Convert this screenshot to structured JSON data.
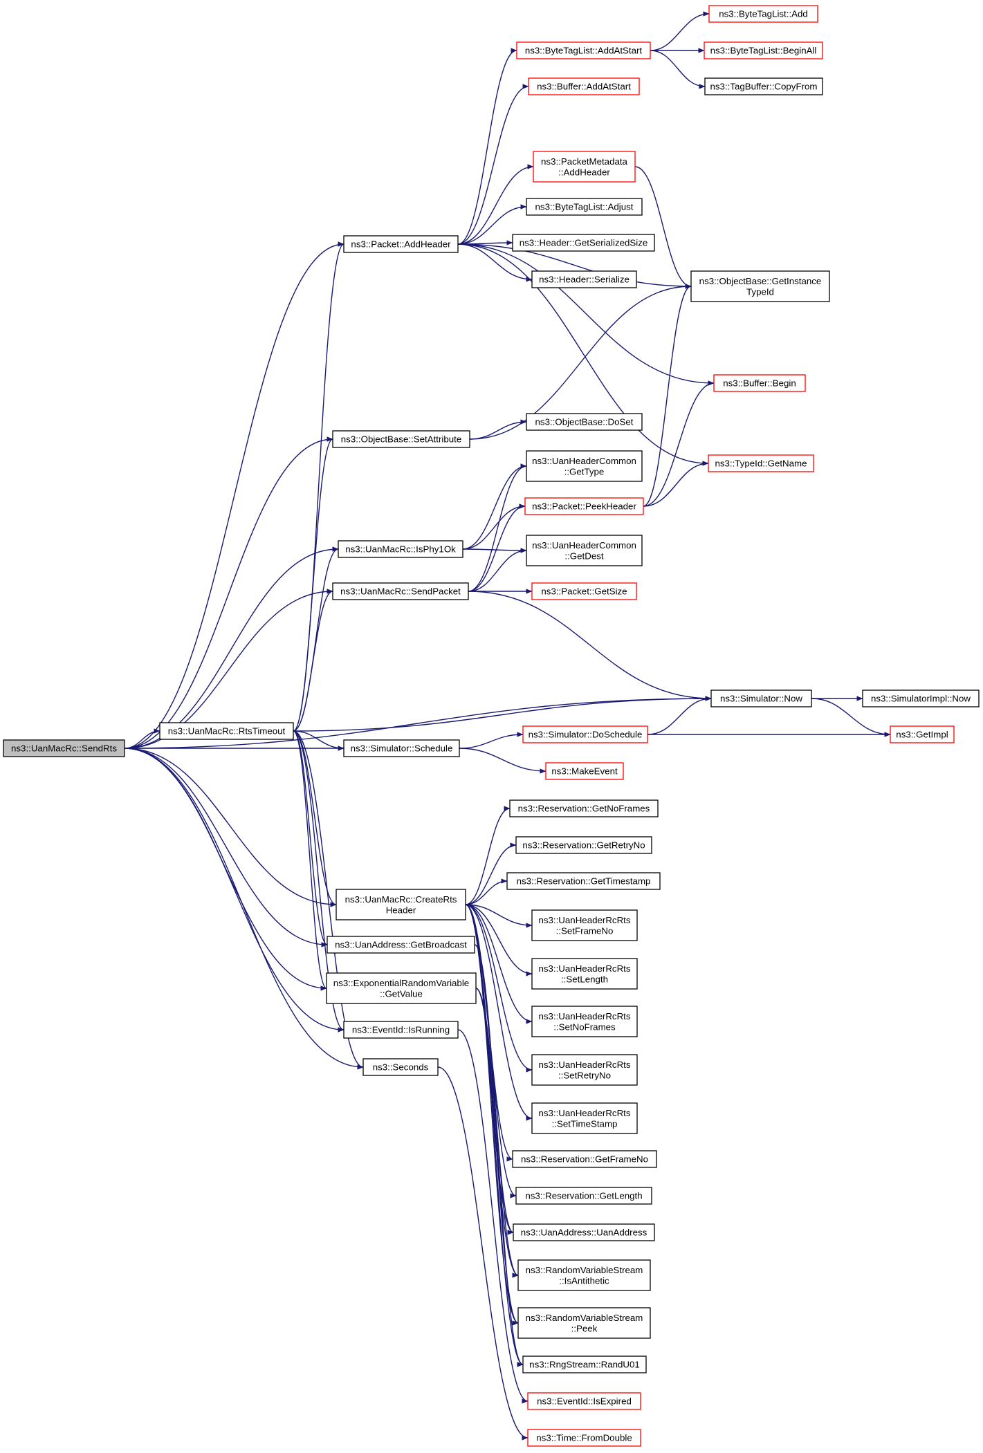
{
  "nodes": [
    {
      "id": "sendrts",
      "lines": [
        "ns3::UanMacRc::SendRts"
      ],
      "kind": "root"
    },
    {
      "id": "rtstimeout",
      "lines": [
        "ns3::UanMacRc::RtsTimeout"
      ],
      "kind": "normal"
    },
    {
      "id": "addheader",
      "lines": [
        "ns3::Packet::AddHeader"
      ],
      "kind": "normal"
    },
    {
      "id": "setattribute",
      "lines": [
        "ns3::ObjectBase::SetAttribute"
      ],
      "kind": "normal"
    },
    {
      "id": "isphy1ok",
      "lines": [
        "ns3::UanMacRc::IsPhy1Ok"
      ],
      "kind": "normal"
    },
    {
      "id": "sendpacket",
      "lines": [
        "ns3::UanMacRc::SendPacket"
      ],
      "kind": "normal"
    },
    {
      "id": "schedule",
      "lines": [
        "ns3::Simulator::Schedule"
      ],
      "kind": "normal"
    },
    {
      "id": "creatertsheader",
      "lines": [
        "ns3::UanMacRc::CreateRts",
        "Header"
      ],
      "kind": "normal"
    },
    {
      "id": "getbroadcast",
      "lines": [
        "ns3::UanAddress::GetBroadcast"
      ],
      "kind": "normal"
    },
    {
      "id": "expgetvalue",
      "lines": [
        "ns3::ExponentialRandomVariable",
        "::GetValue"
      ],
      "kind": "normal"
    },
    {
      "id": "isrunning",
      "lines": [
        "ns3::EventId::IsRunning"
      ],
      "kind": "normal"
    },
    {
      "id": "seconds",
      "lines": [
        "ns3::Seconds"
      ],
      "kind": "normal"
    },
    {
      "id": "bytetagadd",
      "lines": [
        "ns3::ByteTagList::Add"
      ],
      "kind": "red"
    },
    {
      "id": "addatstart",
      "lines": [
        "ns3::ByteTagList::AddAtStart"
      ],
      "kind": "red"
    },
    {
      "id": "beginall",
      "lines": [
        "ns3::ByteTagList::BeginAll"
      ],
      "kind": "red"
    },
    {
      "id": "tagbuffercopy",
      "lines": [
        "ns3::TagBuffer::CopyFrom"
      ],
      "kind": "normal"
    },
    {
      "id": "bufferaddatstart",
      "lines": [
        "ns3::Buffer::AddAtStart"
      ],
      "kind": "red"
    },
    {
      "id": "pmaddheader",
      "lines": [
        "ns3::PacketMetadata",
        "::AddHeader"
      ],
      "kind": "red"
    },
    {
      "id": "adjust",
      "lines": [
        "ns3::ByteTagList::Adjust"
      ],
      "kind": "normal"
    },
    {
      "id": "getserializedsize",
      "lines": [
        "ns3::Header::GetSerializedSize"
      ],
      "kind": "normal"
    },
    {
      "id": "serialize",
      "lines": [
        "ns3::Header::Serialize"
      ],
      "kind": "normal"
    },
    {
      "id": "getinstancetypeid",
      "lines": [
        "ns3::ObjectBase::GetInstance",
        "TypeId"
      ],
      "kind": "normal"
    },
    {
      "id": "bufferbegin",
      "lines": [
        "ns3::Buffer::Begin"
      ],
      "kind": "red"
    },
    {
      "id": "doset",
      "lines": [
        "ns3::ObjectBase::DoSet"
      ],
      "kind": "normal"
    },
    {
      "id": "gettype",
      "lines": [
        "ns3::UanHeaderCommon",
        "::GetType"
      ],
      "kind": "normal"
    },
    {
      "id": "typeidgetname",
      "lines": [
        "ns3::TypeId::GetName"
      ],
      "kind": "red"
    },
    {
      "id": "peekheader",
      "lines": [
        "ns3::Packet::PeekHeader"
      ],
      "kind": "red"
    },
    {
      "id": "getdest",
      "lines": [
        "ns3::UanHeaderCommon",
        "::GetDest"
      ],
      "kind": "normal"
    },
    {
      "id": "getsize",
      "lines": [
        "ns3::Packet::GetSize"
      ],
      "kind": "red"
    },
    {
      "id": "simnow",
      "lines": [
        "ns3::Simulator::Now"
      ],
      "kind": "normal"
    },
    {
      "id": "simimplnow",
      "lines": [
        "ns3::SimulatorImpl::Now"
      ],
      "kind": "normal"
    },
    {
      "id": "doschedule",
      "lines": [
        "ns3::Simulator::DoSchedule"
      ],
      "kind": "red"
    },
    {
      "id": "getimpl",
      "lines": [
        "ns3::GetImpl"
      ],
      "kind": "red"
    },
    {
      "id": "makeevent",
      "lines": [
        "ns3::MakeEvent"
      ],
      "kind": "red"
    },
    {
      "id": "getnoframes",
      "lines": [
        "ns3::Reservation::GetNoFrames"
      ],
      "kind": "normal"
    },
    {
      "id": "getretryno",
      "lines": [
        "ns3::Reservation::GetRetryNo"
      ],
      "kind": "normal"
    },
    {
      "id": "gettimestamp",
      "lines": [
        "ns3::Reservation::GetTimestamp"
      ],
      "kind": "normal"
    },
    {
      "id": "setframeno",
      "lines": [
        "ns3::UanHeaderRcRts",
        "::SetFrameNo"
      ],
      "kind": "normal"
    },
    {
      "id": "setlength",
      "lines": [
        "ns3::UanHeaderRcRts",
        "::SetLength"
      ],
      "kind": "normal"
    },
    {
      "id": "setnoframes",
      "lines": [
        "ns3::UanHeaderRcRts",
        "::SetNoFrames"
      ],
      "kind": "normal"
    },
    {
      "id": "setretryno",
      "lines": [
        "ns3::UanHeaderRcRts",
        "::SetRetryNo"
      ],
      "kind": "normal"
    },
    {
      "id": "settimestamp",
      "lines": [
        "ns3::UanHeaderRcRts",
        "::SetTimeStamp"
      ],
      "kind": "normal"
    },
    {
      "id": "getframeno",
      "lines": [
        "ns3::Reservation::GetFrameNo"
      ],
      "kind": "normal"
    },
    {
      "id": "getlength",
      "lines": [
        "ns3::Reservation::GetLength"
      ],
      "kind": "normal"
    },
    {
      "id": "uanaddress",
      "lines": [
        "ns3::UanAddress::UanAddress"
      ],
      "kind": "normal"
    },
    {
      "id": "isantithetic",
      "lines": [
        "ns3::RandomVariableStream",
        "::IsAntithetic"
      ],
      "kind": "normal"
    },
    {
      "id": "peek",
      "lines": [
        "ns3::RandomVariableStream",
        "::Peek"
      ],
      "kind": "normal"
    },
    {
      "id": "randu01",
      "lines": [
        "ns3::RngStream::RandU01"
      ],
      "kind": "normal"
    },
    {
      "id": "isexpired",
      "lines": [
        "ns3::EventId::IsExpired"
      ],
      "kind": "red"
    },
    {
      "id": "fromdouble",
      "lines": [
        "ns3::Time::FromDouble"
      ],
      "kind": "red"
    }
  ],
  "edges": [
    [
      "sendrts",
      "rtstimeout"
    ],
    [
      "sendrts",
      "addheader"
    ],
    [
      "sendrts",
      "setattribute"
    ],
    [
      "sendrts",
      "isphy1ok"
    ],
    [
      "sendrts",
      "sendpacket"
    ],
    [
      "sendrts",
      "simnow"
    ],
    [
      "sendrts",
      "schedule"
    ],
    [
      "sendrts",
      "creatertsheader"
    ],
    [
      "sendrts",
      "getbroadcast"
    ],
    [
      "sendrts",
      "expgetvalue"
    ],
    [
      "sendrts",
      "isrunning"
    ],
    [
      "sendrts",
      "seconds"
    ],
    [
      "rtstimeout",
      "addheader"
    ],
    [
      "rtstimeout",
      "setattribute"
    ],
    [
      "rtstimeout",
      "isphy1ok"
    ],
    [
      "rtstimeout",
      "sendpacket"
    ],
    [
      "rtstimeout",
      "simnow"
    ],
    [
      "rtstimeout",
      "schedule"
    ],
    [
      "rtstimeout",
      "creatertsheader"
    ],
    [
      "rtstimeout",
      "getbroadcast"
    ],
    [
      "rtstimeout",
      "expgetvalue"
    ],
    [
      "rtstimeout",
      "isrunning"
    ],
    [
      "rtstimeout",
      "seconds"
    ],
    [
      "addheader",
      "addatstart"
    ],
    [
      "addheader",
      "bufferaddatstart"
    ],
    [
      "addheader",
      "pmaddheader"
    ],
    [
      "addheader",
      "adjust"
    ],
    [
      "addheader",
      "getserializedsize"
    ],
    [
      "addheader",
      "serialize"
    ],
    [
      "addheader",
      "getinstancetypeid"
    ],
    [
      "addheader",
      "bufferbegin"
    ],
    [
      "addheader",
      "typeidgetname"
    ],
    [
      "addatstart",
      "bytetagadd"
    ],
    [
      "addatstart",
      "beginall"
    ],
    [
      "addatstart",
      "tagbuffercopy"
    ],
    [
      "pmaddheader",
      "getinstancetypeid"
    ],
    [
      "setattribute",
      "getinstancetypeid"
    ],
    [
      "setattribute",
      "doset"
    ],
    [
      "isphy1ok",
      "gettype"
    ],
    [
      "isphy1ok",
      "peekheader"
    ],
    [
      "isphy1ok",
      "getdest"
    ],
    [
      "sendpacket",
      "gettype"
    ],
    [
      "sendpacket",
      "peekheader"
    ],
    [
      "sendpacket",
      "getdest"
    ],
    [
      "sendpacket",
      "getsize"
    ],
    [
      "sendpacket",
      "simnow"
    ],
    [
      "peekheader",
      "getinstancetypeid"
    ],
    [
      "peekheader",
      "bufferbegin"
    ],
    [
      "peekheader",
      "typeidgetname"
    ],
    [
      "simnow",
      "simimplnow"
    ],
    [
      "simnow",
      "getimpl"
    ],
    [
      "schedule",
      "doschedule"
    ],
    [
      "schedule",
      "makeevent"
    ],
    [
      "doschedule",
      "simnow"
    ],
    [
      "doschedule",
      "getimpl"
    ],
    [
      "creatertsheader",
      "getnoframes"
    ],
    [
      "creatertsheader",
      "getretryno"
    ],
    [
      "creatertsheader",
      "gettimestamp"
    ],
    [
      "creatertsheader",
      "setframeno"
    ],
    [
      "creatertsheader",
      "setlength"
    ],
    [
      "creatertsheader",
      "setnoframes"
    ],
    [
      "creatertsheader",
      "setretryno"
    ],
    [
      "creatertsheader",
      "settimestamp"
    ],
    [
      "creatertsheader",
      "getframeno"
    ],
    [
      "creatertsheader",
      "getlength"
    ],
    [
      "creatertsheader",
      "uanaddress"
    ],
    [
      "creatertsheader",
      "isantithetic"
    ],
    [
      "creatertsheader",
      "peek"
    ],
    [
      "creatertsheader",
      "randu01"
    ],
    [
      "getbroadcast",
      "uanaddress"
    ],
    [
      "expgetvalue",
      "isantithetic"
    ],
    [
      "expgetvalue",
      "peek"
    ],
    [
      "expgetvalue",
      "randu01"
    ],
    [
      "isrunning",
      "isexpired"
    ],
    [
      "seconds",
      "fromdouble"
    ]
  ]
}
